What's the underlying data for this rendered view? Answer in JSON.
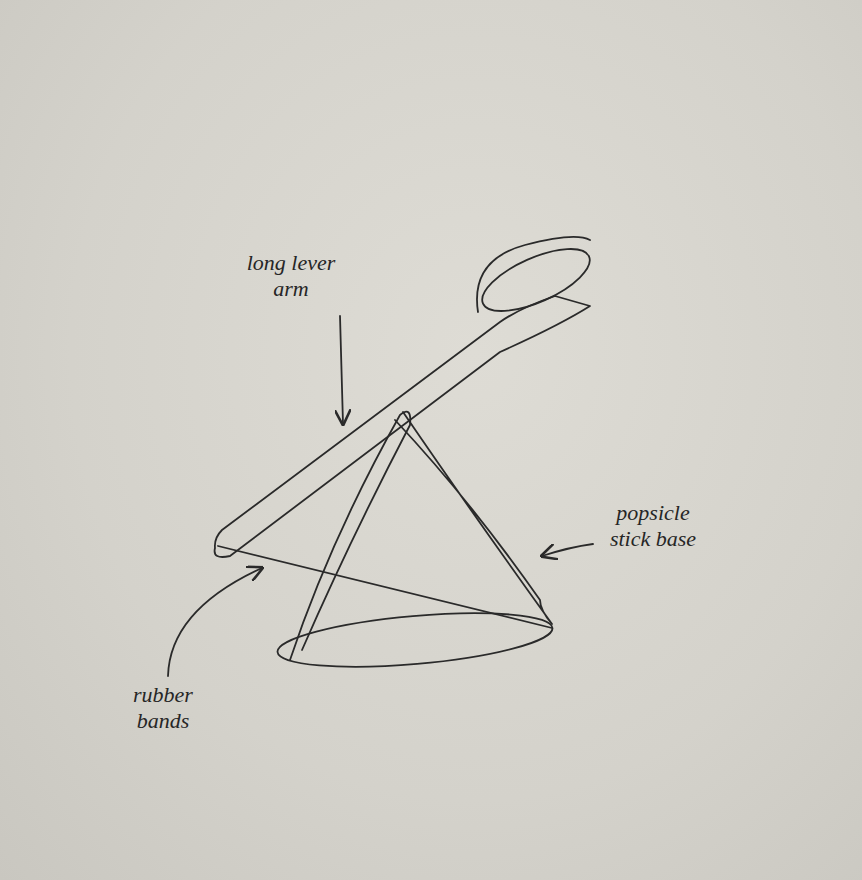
{
  "diagram": {
    "labels": [
      "long lever arm",
      "popsicle stick base",
      "rubber bands"
    ]
  }
}
